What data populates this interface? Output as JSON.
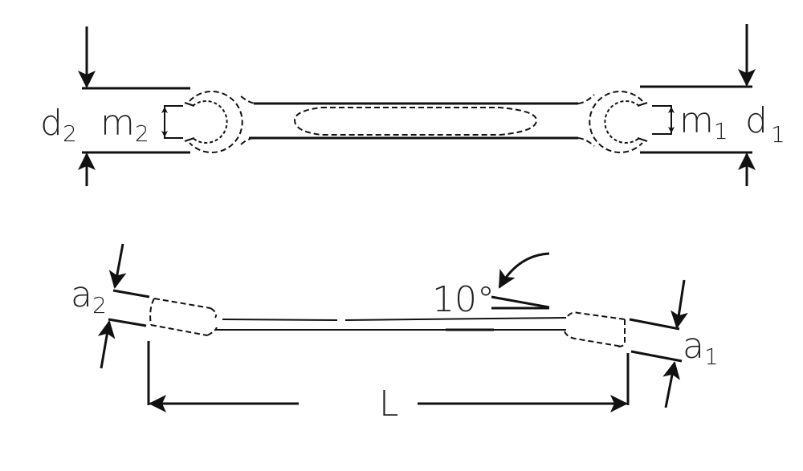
{
  "diagram": {
    "subject": "Double-ended flare nut wrench (open ring spanner) dimension drawing",
    "top_view": {
      "labels": {
        "d2": {
          "base": "d",
          "sub": "2"
        },
        "m2": {
          "base": "m",
          "sub": "2"
        },
        "m1": {
          "base": "m",
          "sub": "1"
        },
        "d1": {
          "base": "d",
          "sub": "1"
        }
      }
    },
    "side_view": {
      "labels": {
        "a2": {
          "base": "a",
          "sub": "2"
        },
        "a1": {
          "base": "a",
          "sub": "1"
        },
        "angle": "10°",
        "length": "L"
      }
    },
    "colors": {
      "line": "#111111",
      "text": "#222222",
      "background": "#ffffff"
    }
  }
}
